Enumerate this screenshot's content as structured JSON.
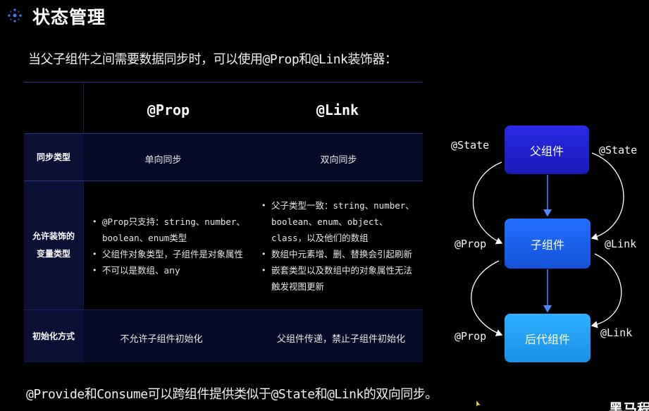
{
  "header": {
    "title": "状态管理"
  },
  "intro": "当父子组件之间需要数据同步时，可以使用@Prop和@Link装饰器：",
  "table": {
    "columns": [
      "@Prop",
      "@Link"
    ],
    "rows": {
      "sync_type": {
        "label": "同步类型",
        "prop": "单向同步",
        "link": "双向同步"
      },
      "allowed_types": {
        "label_line1": "允许装饰的",
        "label_line2": "变量类型",
        "prop": [
          "@Prop只支持：string、number、",
          "boolean、enum类型",
          "父组件对象类型，子组件是对象属性",
          "不可以是数组、any"
        ],
        "link": [
          "父子类型一致：string、number、",
          "boolean、enum、object、",
          "class，以及他们的数组",
          "数组中元素增、删、替换会引起刷新",
          "嵌套类型以及数组中的对象属性无法",
          "触发视图更新"
        ]
      },
      "init": {
        "label": "初始化方式",
        "prop": "不允许子组件初始化",
        "link": "父组件传递，禁止子组件初始化"
      }
    }
  },
  "footer": "@Provide和Consume可以跨组件提供类似于@State和@Link的双向同步。",
  "diagram": {
    "nodes": {
      "parent": "父组件",
      "child": "子组件",
      "descendant": "后代组件"
    },
    "labels": {
      "left_top": "@State",
      "right_top": "@State",
      "left_mid": "@Prop",
      "right_mid": "@Link",
      "left_bottom": "@Prop",
      "right_bottom": "@Link"
    },
    "colors": {
      "parent": "#2222d8",
      "child": "#1a5cf0",
      "descendant": "#1e9af0"
    }
  },
  "watermark": "黑马程"
}
